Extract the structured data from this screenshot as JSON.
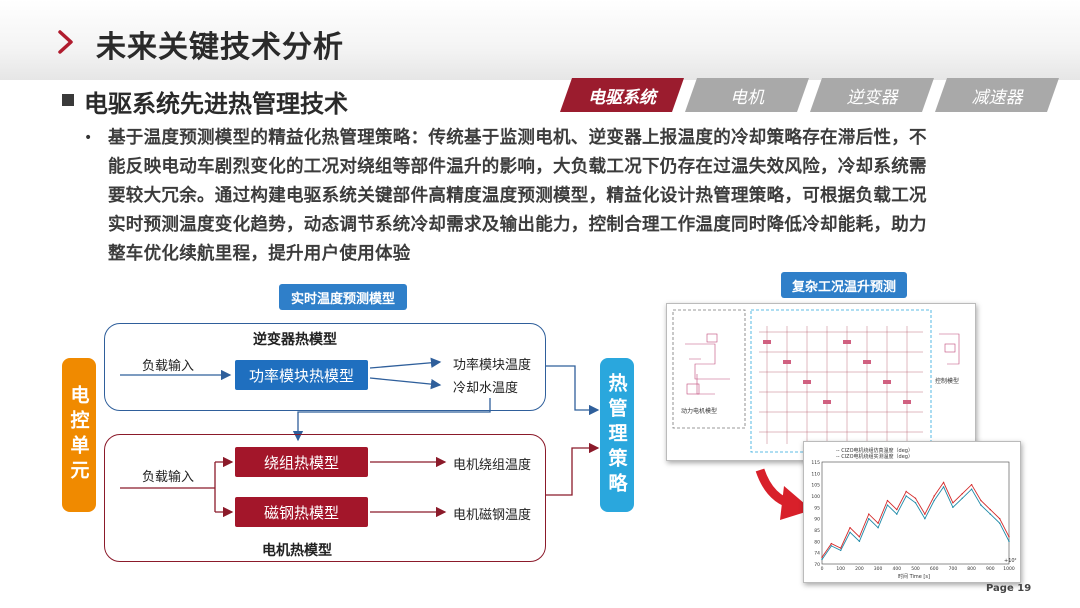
{
  "header": {
    "title": "未来关键技术分析"
  },
  "section": {
    "title": "电驱系统先进热管理技术"
  },
  "tabs": [
    {
      "label": "电驱系统",
      "active": true
    },
    {
      "label": "电机",
      "active": false
    },
    {
      "label": "逆变器",
      "active": false
    },
    {
      "label": "减速器",
      "active": false
    }
  ],
  "body": {
    "lines": [
      "基于温度预测模型的精益化热管理策略：传统基于监测电机、逆变器上报温度的冷却策略存在滞后性，不",
      "能反映电动车剧烈变化的工况对绕组等部件温升的影响，大负载工况下仍存在过温失效风险，冷却系统需",
      "要较大冗余。通过构建电驱系统关键部件高精度温度预测模型，精益化设计热管理策略，可根据负载工况",
      "实时预测温度变化趋势，动态调节系统冷却需求及输出能力，控制合理工作温度同时降低冷却能耗，助力",
      "整车优化续航里程，提升用户使用体验"
    ]
  },
  "diagram": {
    "realtime_label": "实时温度预测模型",
    "left_block": "电控单元",
    "right_block": "热管理策略",
    "inverter": {
      "title": "逆变器热模型",
      "input": "负载输入",
      "model": "功率模块热模型",
      "out1": "功率模块温度",
      "out2": "冷却水温度"
    },
    "motor": {
      "title": "电机热模型",
      "input": "负载输入",
      "model1": "绕组热模型",
      "model2": "磁钢热模型",
      "out1": "电机绕组温度",
      "out2": "电机磁钢温度"
    },
    "colors": {
      "blue": "#1f6fbf",
      "red": "#a3162a",
      "orange": "#f08a00",
      "cyan": "#2aa7dd",
      "line_blue": "#2f5f9b",
      "line_red": "#8b1a2a"
    }
  },
  "figures": {
    "complex_label": "复杂工况温升预测",
    "fig1_caption_left": "动力电机模型",
    "fig1_caption_right": "控制模型",
    "fig2_legend_1": "-- CIZO电机绕组仿真温度（deg）",
    "fig2_legend_2": "-- CIZO电机绕组实测温度（deg）",
    "fig2_y_ticks": [
      "70",
      "74",
      "80",
      "85",
      "90",
      "95",
      "100",
      "105",
      "110",
      "115"
    ],
    "fig2_x_ticks": [
      "0",
      "100",
      "200",
      "300",
      "400",
      "500",
      "600",
      "700",
      "800",
      "900",
      "1000"
    ],
    "fig2_x_label": "时间 Time [s]",
    "fig2_x_right": "+10²",
    "chart_data": {
      "type": "line",
      "x": [
        0,
        50,
        100,
        150,
        200,
        250,
        300,
        350,
        400,
        450,
        500,
        550,
        600,
        650,
        700,
        750,
        800,
        850,
        900,
        950,
        1000
      ],
      "series": [
        {
          "values": [
            72,
            78,
            76,
            84,
            80,
            90,
            86,
            96,
            92,
            100,
            97,
            90,
            98,
            104,
            95,
            99,
            103,
            96,
            92,
            88,
            80
          ]
        },
        {
          "values": [
            73,
            79,
            77,
            86,
            82,
            92,
            88,
            98,
            94,
            102,
            99,
            92,
            100,
            106,
            97,
            101,
            105,
            98,
            94,
            90,
            82
          ]
        }
      ],
      "ylim": [
        70,
        115
      ]
    }
  },
  "footer": {
    "page": "Page  19"
  }
}
